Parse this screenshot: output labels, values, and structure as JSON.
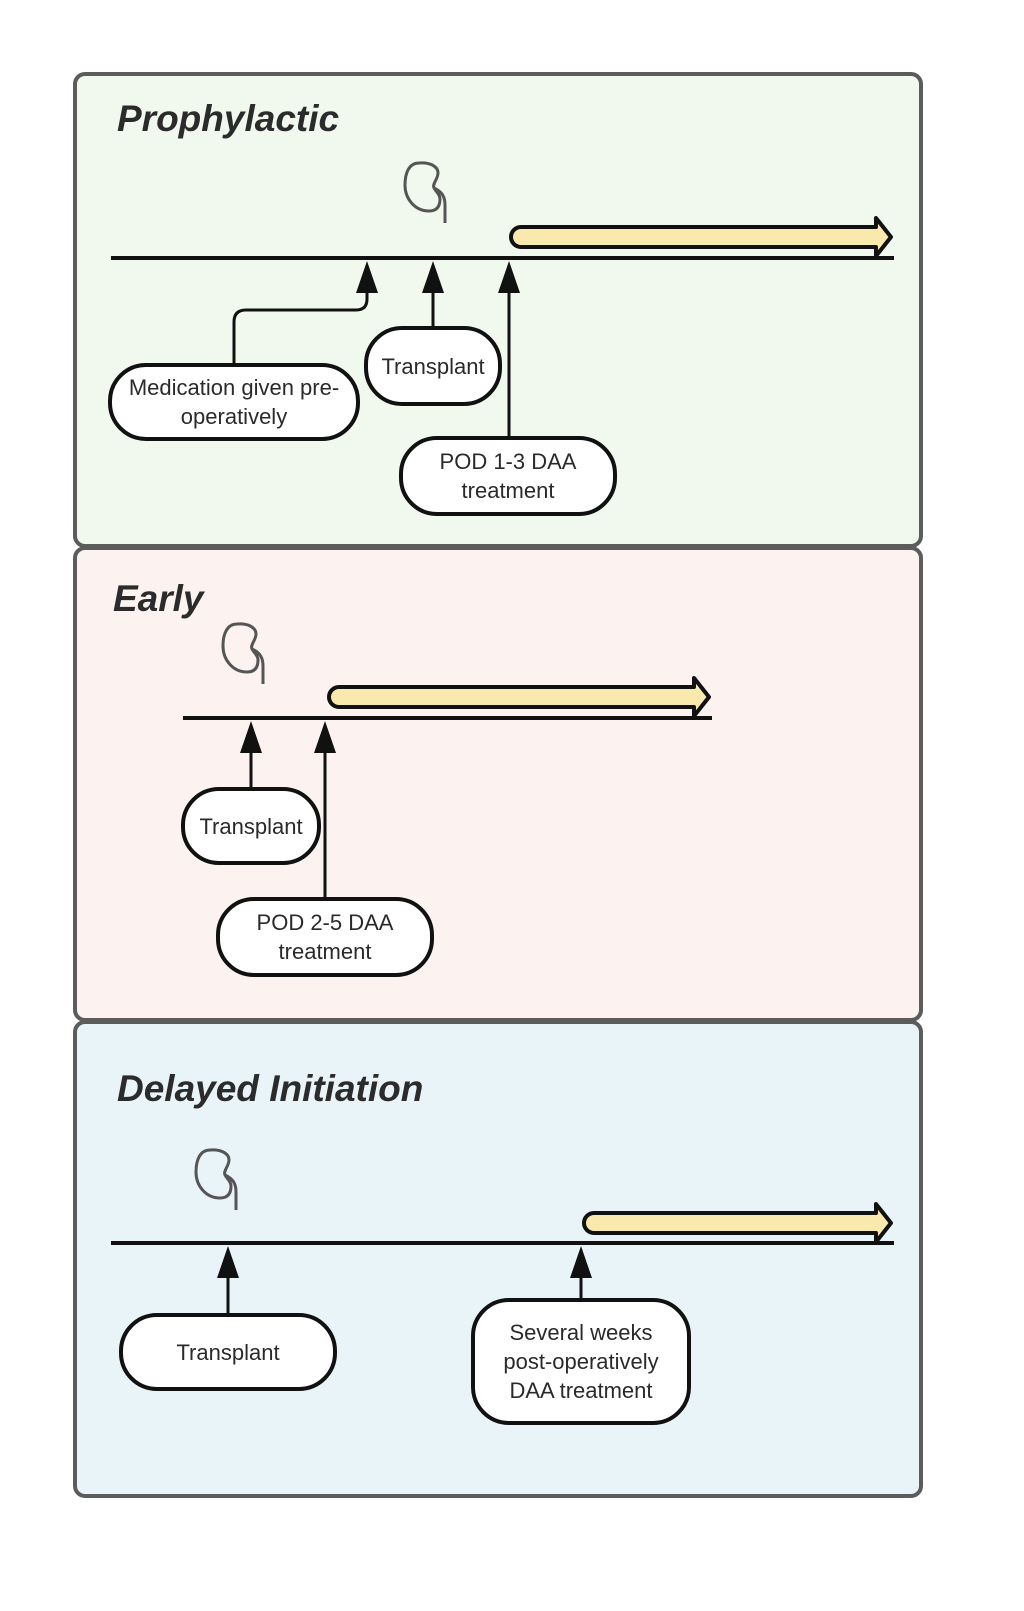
{
  "colors": {
    "prophylactic_bg": "#f1f8ee",
    "early_bg": "#fcf3f1",
    "delayed_bg": "#e9f4f9",
    "treatment_bar": "#f9e9ad",
    "kidney_stroke": "#555555"
  },
  "panels": [
    {
      "title": "Prophylactic",
      "icon": "kidney-icon",
      "events": [
        {
          "label": "Medication given pre-operatively"
        },
        {
          "label": "Transplant"
        },
        {
          "label": "POD 1-3 DAA treatment"
        }
      ]
    },
    {
      "title": "Early",
      "icon": "kidney-icon",
      "events": [
        {
          "label": "Transplant"
        },
        {
          "label": "POD 2-5 DAA treatment"
        }
      ]
    },
    {
      "title": "Delayed Initiation",
      "icon": "kidney-icon",
      "events": [
        {
          "label": "Transplant"
        },
        {
          "label": "Several weeks post-operatively DAA treatment"
        }
      ]
    }
  ]
}
